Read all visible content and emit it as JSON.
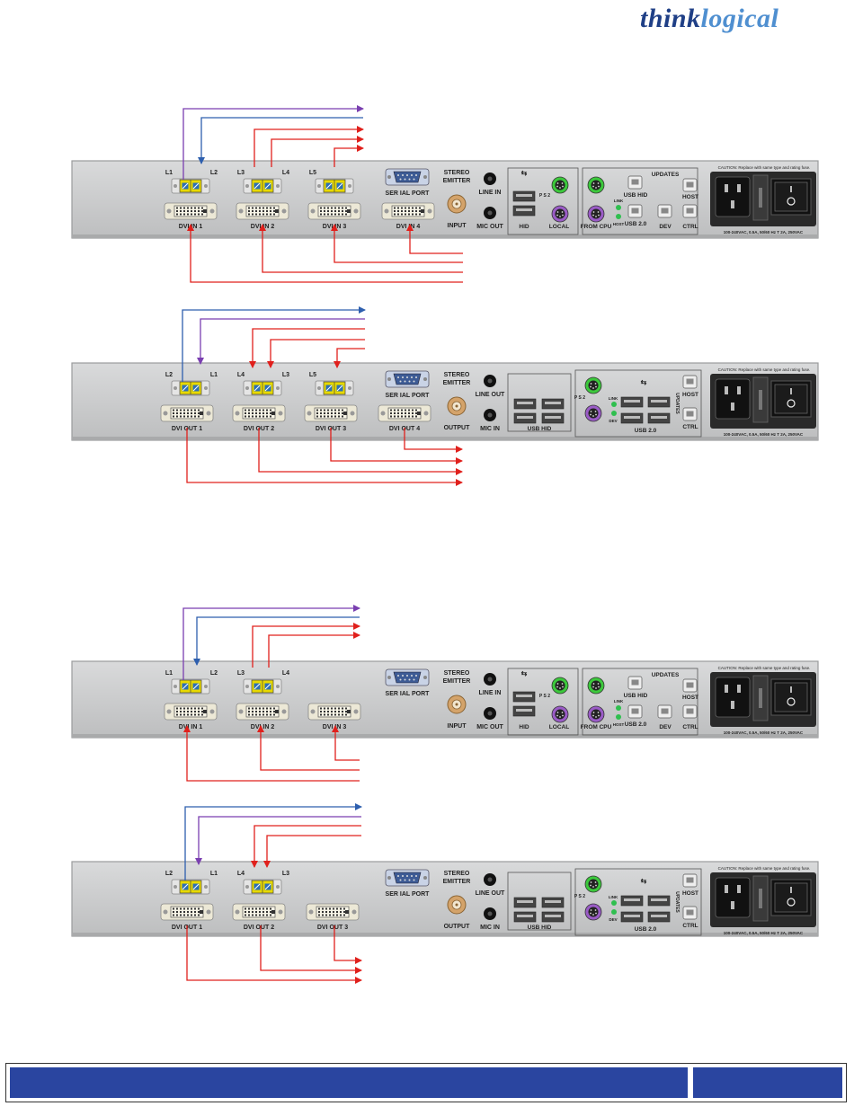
{
  "brand": {
    "part1": "think",
    "part2": "logical"
  },
  "colors": {
    "purple": "#7a3fb0",
    "blue": "#2e5fae",
    "red": "#e0201c",
    "panel": "#cbcccd",
    "panel_edge": "#9a9b9c",
    "footer": "#2a45a0"
  },
  "units": [
    {
      "kind": "rx-in-4",
      "fiber_labels": [
        [
          "L1",
          "L2"
        ],
        [
          "L3",
          "L4"
        ],
        [
          "L5"
        ]
      ],
      "dvi_labels": [
        "DVI IN 1",
        "DVI IN 2",
        "DVI IN 3",
        "DVI IN 4"
      ],
      "serial": "SER IAL PORT",
      "stereo": [
        "STEREO",
        "EMITTER"
      ],
      "stereo_port": "INPUT",
      "audio": [
        "LINE IN",
        "MIC OUT"
      ],
      "usb_labels": {
        "hid": "HID",
        "local": "LOCAL",
        "from_cpu": "FROM CPU",
        "usb_hid": "USB HID",
        "usb20": "USB 2.0",
        "updates": "UPDATES",
        "host": "HOST",
        "dev": "DEV",
        "ctrl": "CTRL",
        "link": "LINK",
        "hostled": "HOST",
        "ps2": "P S 2"
      },
      "caution": "CAUTION: Replace with same type and rating fuse.",
      "rating": "100-240VAC, 0.5A, 50/60 Hz  T 2A, 250VAC"
    },
    {
      "kind": "tx-out-4",
      "fiber_labels": [
        [
          "L2",
          "L1"
        ],
        [
          "L4",
          "L3"
        ],
        [
          "L5"
        ]
      ],
      "dvi_labels": [
        "DVI OUT 1",
        "DVI OUT 2",
        "DVI OUT 3",
        "DVI OUT 4"
      ],
      "serial": "SER IAL PORT",
      "stereo": [
        "STEREO",
        "EMITTER"
      ],
      "stereo_port": "OUTPUT",
      "audio": [
        "LINE OUT",
        "MIC IN"
      ],
      "usb_labels": {
        "usb_hid": "USB HID",
        "usb20": "USB 2.0",
        "updates": "U P D A T E S",
        "host": "HOST",
        "ctrl": "CTRL",
        "link": "LINK",
        "dev": "DEV",
        "ps2": "P S 2"
      },
      "caution": "CAUTION: Replace with same type and rating fuse.",
      "rating": "100-240VAC, 0.5A, 50/60 Hz  T 2A, 250VAC"
    },
    {
      "kind": "rx-in-3",
      "fiber_labels": [
        [
          "L1",
          "L2"
        ],
        [
          "L3",
          "L4"
        ]
      ],
      "dvi_labels": [
        "DVI IN 1",
        "DVI IN 2",
        "DVI IN 3"
      ],
      "serial": "SER IAL PORT",
      "stereo": [
        "STEREO",
        "EMITTER"
      ],
      "stereo_port": "INPUT",
      "audio": [
        "LINE IN",
        "MIC OUT"
      ],
      "usb_labels": {
        "hid": "HID",
        "local": "LOCAL",
        "from_cpu": "FROM CPU",
        "usb_hid": "USB HID",
        "usb20": "USB 2.0",
        "updates": "UPDATES",
        "host": "HOST",
        "dev": "DEV",
        "ctrl": "CTRL",
        "link": "LINK",
        "hostled": "HOST",
        "ps2": "P S 2"
      },
      "caution": "CAUTION: Replace with same type and rating fuse.",
      "rating": "100-240VAC, 0.5A, 50/60 Hz  T 2A, 250VAC"
    },
    {
      "kind": "tx-out-3",
      "fiber_labels": [
        [
          "L2",
          "L1"
        ],
        [
          "L4",
          "L3"
        ]
      ],
      "dvi_labels": [
        "DVI OUT 1",
        "DVI OUT 2",
        "DVI OUT 3"
      ],
      "serial": "SER IAL PORT",
      "stereo": [
        "STEREO",
        "EMITTER"
      ],
      "stereo_port": "OUTPUT",
      "audio": [
        "LINE OUT",
        "MIC IN"
      ],
      "usb_labels": {
        "usb_hid": "USB HID",
        "usb20": "USB 2.0",
        "updates": "U P D A T E S",
        "host": "HOST",
        "ctrl": "CTRL",
        "link": "LINK",
        "dev": "DEV",
        "ps2": "P S 2"
      },
      "caution": "CAUTION: Replace with same type and rating fuse.",
      "rating": "100-240VAC, 0.5A, 50/60 Hz  T 2A, 250VAC"
    }
  ]
}
